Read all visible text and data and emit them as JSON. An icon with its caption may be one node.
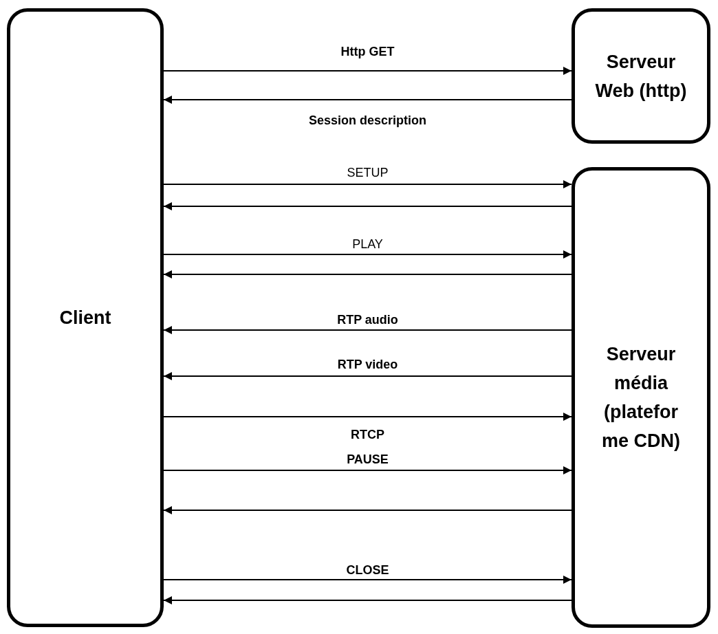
{
  "diagram": {
    "nodes": [
      {
        "text": [
          "Client"
        ]
      },
      {
        "text": [
          "Serveur Web (http)"
        ]
      },
      {
        "text": [
          "Serveur média (platefor me CDN)"
        ]
      }
    ],
    "edges": [
      {
        "from": 0,
        "to": 1,
        "arrow": "to",
        "label": "Http GET"
      },
      {
        "from": 1,
        "to": 0,
        "arrow": "to",
        "label": "Session description"
      },
      {
        "from": 0,
        "to": 2,
        "arrow": "to",
        "label": "SETUP"
      },
      {
        "from": 2,
        "to": 0,
        "arrow": "to"
      },
      {
        "from": 0,
        "to": 2,
        "arrow": "to",
        "label": "PLAY"
      },
      {
        "from": 2,
        "to": 0,
        "arrow": "to"
      },
      {
        "from": 2,
        "to": 0,
        "arrow": "to",
        "label": "RTP audio"
      },
      {
        "from": 2,
        "to": 0,
        "arrow": "to",
        "label": "RTP video"
      },
      {
        "from": 0,
        "to": 2,
        "arrow": "to",
        "label": "RTCP"
      },
      {
        "from": 0,
        "to": 2,
        "arrow": "to",
        "label": "PAUSE"
      },
      {
        "from": 2,
        "to": 0,
        "arrow": "to"
      },
      {
        "from": 0,
        "to": 2,
        "arrow": "to",
        "label": "CLOSE"
      },
      {
        "from": 2,
        "to": 0,
        "arrow": "to"
      }
    ]
  }
}
